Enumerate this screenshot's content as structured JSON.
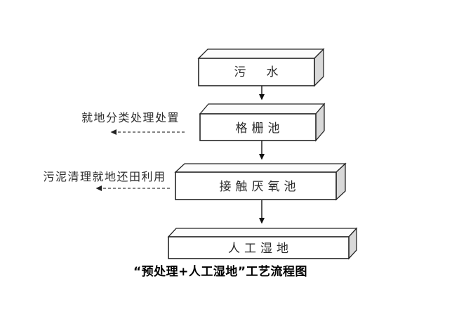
{
  "diagram": {
    "caption": "“预处理+人工湿地”工艺流程图",
    "nodes": [
      {
        "id": "wastewater",
        "label": "污　水"
      },
      {
        "id": "grid-pool",
        "label": "格栅池"
      },
      {
        "id": "contact-anaerobic-pool",
        "label": "接触厌氧池"
      },
      {
        "id": "constructed-wetland",
        "label": "人工湿地"
      }
    ],
    "annotations": [
      {
        "id": "onsite-sorting-disposal",
        "label": "就地分类处理处置"
      },
      {
        "id": "sludge-return-to-field",
        "label": "污泥清理就地还田利用"
      }
    ],
    "edges": [
      {
        "from": "污水",
        "to": "格栅池",
        "style": "solid-arrow-down"
      },
      {
        "from": "格栅池",
        "to": "接触厌氧池",
        "style": "solid-arrow-down"
      },
      {
        "from": "接触厌氧池",
        "to": "人工湿地",
        "style": "solid-arrow-down"
      },
      {
        "from": "格栅池",
        "to": "就地分类处理处置",
        "style": "dashed-arrow-left"
      },
      {
        "from": "接触厌氧池",
        "to": "污泥清理就地还田利用",
        "style": "dashed-arrow-left"
      }
    ],
    "colors": {
      "line": "#262626",
      "front_face": "#ffffff",
      "top_face": "#fcfcfc",
      "side_face": "#d9d9d9",
      "text": "#2b2b2b",
      "caption_text": "#000000"
    }
  }
}
